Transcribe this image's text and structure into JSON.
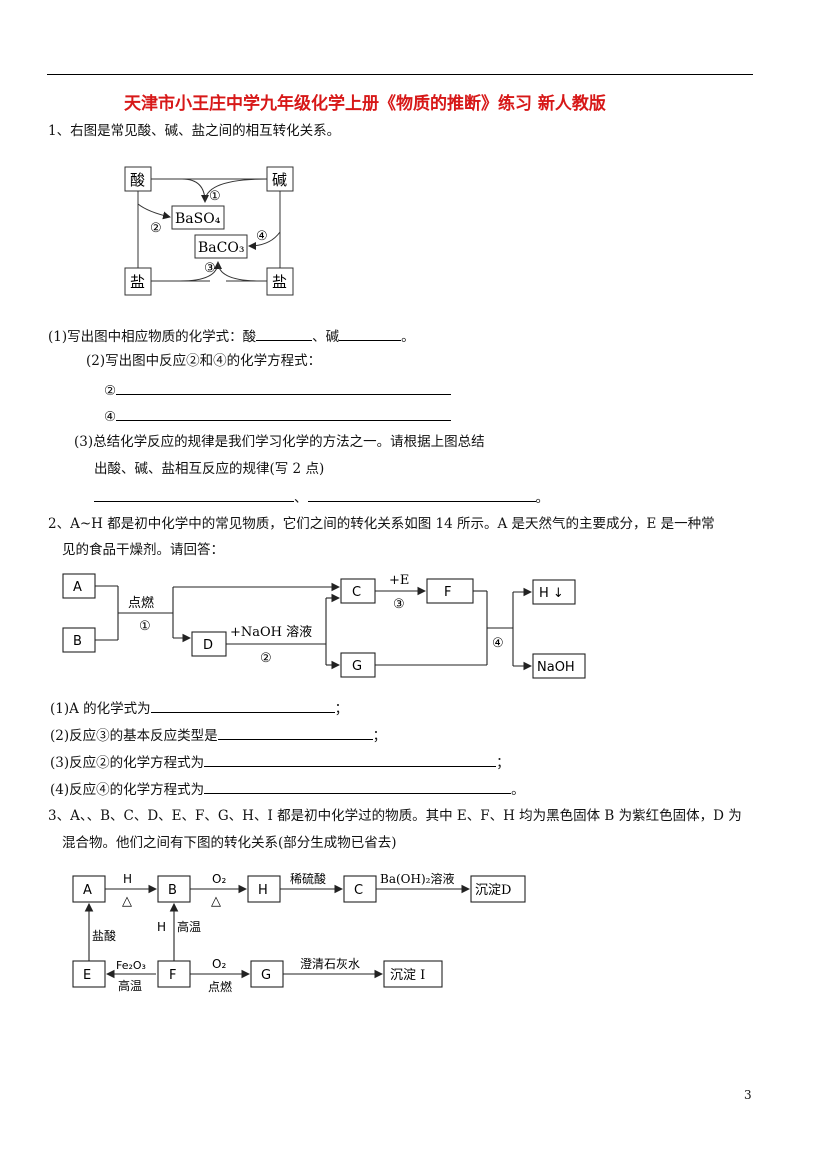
{
  "title": "天津市小王庄中学九年级化学上册《物质的推断》练习 新人教版",
  "page_number": "3",
  "q1": {
    "stem": "1、右图是常见酸、碱、盐之间的相互转化关系。",
    "diagram": {
      "acid": "酸",
      "base": "碱",
      "salt_left": "盐",
      "salt_right": "盐",
      "baso4": "BaSO₄",
      "baco3": "BaCO₃",
      "n1": "①",
      "n2": "②",
      "n3": "③",
      "n4": "④"
    },
    "p1_a": "(1)写出图中相应物质的化学式：酸",
    "p1_b": "、碱",
    "p1_c": "。",
    "p2": "(2)写出图中反应②和④的化学方程式：",
    "p2_r2": "②",
    "p2_r4": "④",
    "p3_a": "(3)总结化学反应的规律是我们学习化学的方法之一。请根据上图总结",
    "p3_b": "出酸、碱、盐相互反应的规律(写 2 点)",
    "p3_sep": "、",
    "p3_end": "。"
  },
  "q2": {
    "stem1": "2、A~H 都是初中化学中的常见物质，它们之间的转化关系如图 14 所示。A 是天然气的主要成分，E 是一种常",
    "stem2": "见的食品干燥剂。请回答：",
    "diagram": {
      "A": "A",
      "B": "B",
      "C": "C",
      "D": "D",
      "F": "F",
      "G": "G",
      "H": "H ↓",
      "NaOH": "NaOH",
      "ignite": "点燃",
      "n1": "①",
      "naoh_sol": "+NaOH 溶液",
      "n2": "②",
      "plusE": "+E",
      "n3": "③",
      "n4": "④"
    },
    "p1": "(1)A 的化学式为",
    "p2": "(2)反应③的基本反应类型是",
    "p3": "(3)反应②的化学方程式为",
    "p4": "(4)反应④的化学方程式为",
    "semi": "；",
    "end": "。"
  },
  "q3": {
    "stem1": "3、A、、B、C、D、E、F、G、H、I 都是初中化学过的物质。其中 E、F、H 均为黑色固体 B 为紫红色固体，D 为",
    "stem2": "混合物。他们之间有下图的转化关系(部分生成物已省去)",
    "diagram": {
      "A": "A",
      "B": "B",
      "H": "H",
      "C": "C",
      "D": "沉淀D",
      "E": "E",
      "F": "F",
      "G": "G",
      "I": "沉淀 I",
      "h_label": "H",
      "delta1": "△",
      "o2_1": "O₂",
      "delta2": "△",
      "dilute": "稀硫酸",
      "baoh2": "Ba(OH)₂溶液",
      "hcl": "盐酸",
      "h_up": "H",
      "gaowen1": "高温",
      "fe2o3": "Fe₂O₃",
      "gaowen2": "高温",
      "o2_2": "O₂",
      "dianran": "点燃",
      "limewater": "澄清石灰水"
    }
  }
}
